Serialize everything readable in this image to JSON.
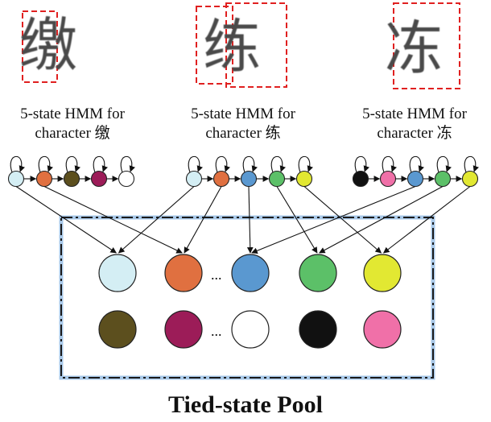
{
  "characters": [
    {
      "glyph": "缴",
      "line1": "5-state HMM for",
      "line2": "character 缴",
      "states": [
        "#d4eef4",
        "#e07040",
        "#5c4f1e",
        "#9c1c58",
        "#ffffff"
      ]
    },
    {
      "glyph": "练",
      "line1": "5-state HMM for",
      "line2": "character 练",
      "states": [
        "#d4eef4",
        "#e07040",
        "#5a98d0",
        "#5cc068",
        "#e2e832"
      ]
    },
    {
      "glyph": "冻",
      "line1": "5-state HMM for",
      "line2": "character 冻",
      "states": [
        "#111111",
        "#f070a8",
        "#5a98d0",
        "#5cc068",
        "#e2e832"
      ]
    }
  ],
  "pool": {
    "title": "Tied-state Pool",
    "ellipsis": "...",
    "row1": [
      "#d4eef4",
      "#e07040",
      "#5a98d0",
      "#5cc068",
      "#e2e832"
    ],
    "row2": [
      "#5c4f1e",
      "#9c1c58",
      "#ffffff",
      "#111111",
      "#f070a8"
    ]
  },
  "colors": {
    "dashed_box": "#e02020",
    "pool_border": "#1a1a1a",
    "pool_glow": "#a8c8e8"
  }
}
